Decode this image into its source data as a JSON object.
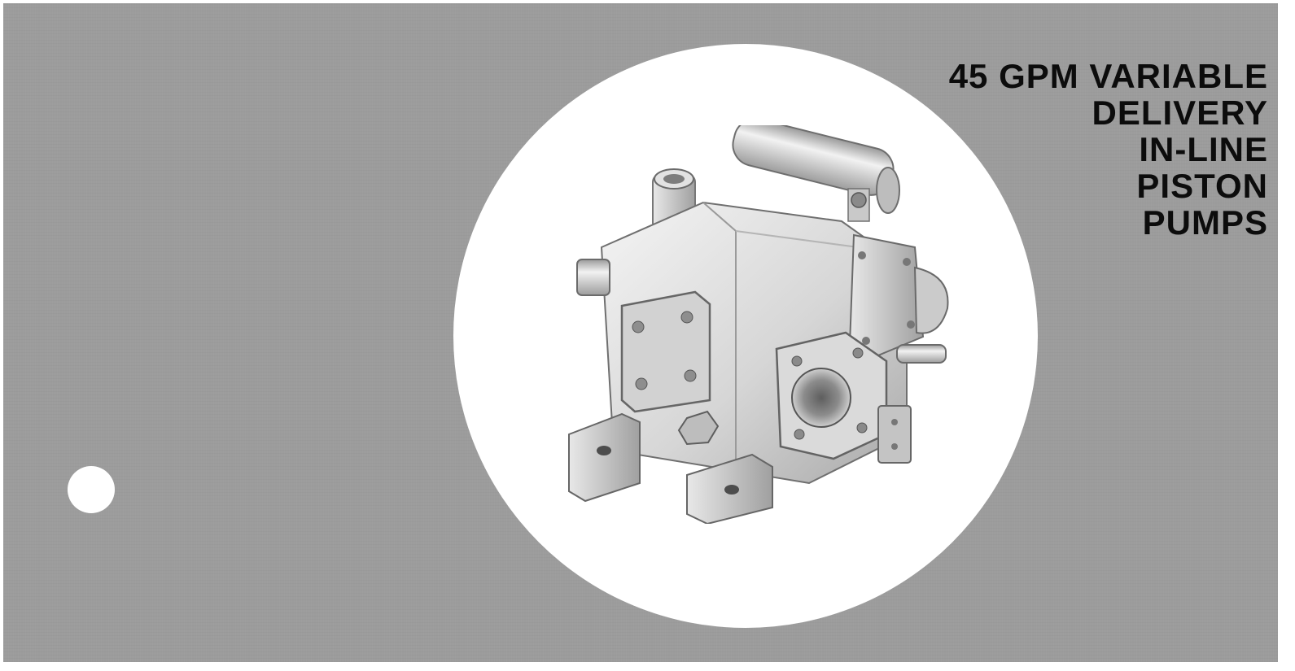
{
  "title": {
    "lines": [
      "45 GPM VARIABLE",
      "DELIVERY",
      "IN-LINE",
      "PISTON",
      "PUMPS"
    ]
  },
  "colors": {
    "panel": "#9c9c9c",
    "circle": "#ffffff",
    "text": "#0c0c0c"
  },
  "image": {
    "subject": "pump-photo"
  }
}
